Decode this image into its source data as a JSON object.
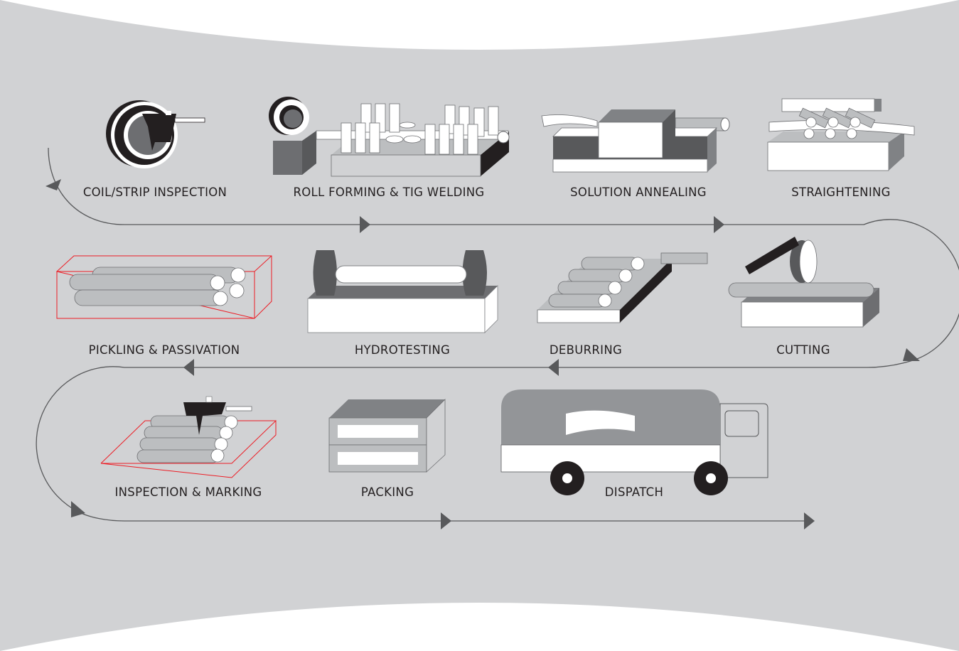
{
  "colors": {
    "background": "#d1d2d4",
    "flow_line": "#58595b",
    "dark": "#231f20",
    "mid": "#6d6e71",
    "light": "#bcbec0",
    "accent_red": "#ed1c24"
  },
  "steps": [
    {
      "label": "COIL/STRIP INSPECTION"
    },
    {
      "label": "ROLL FORMING & TIG WELDING"
    },
    {
      "label": "SOLUTION ANNEALING"
    },
    {
      "label": "STRAIGHTENING"
    },
    {
      "label": "PICKLING & PASSIVATION"
    },
    {
      "label": "HYDROTESTING"
    },
    {
      "label": "DEBURRING"
    },
    {
      "label": "CUTTING"
    },
    {
      "label": "INSPECTION & MARKING"
    },
    {
      "label": "PACKING"
    },
    {
      "label": "DISPATCH"
    }
  ]
}
